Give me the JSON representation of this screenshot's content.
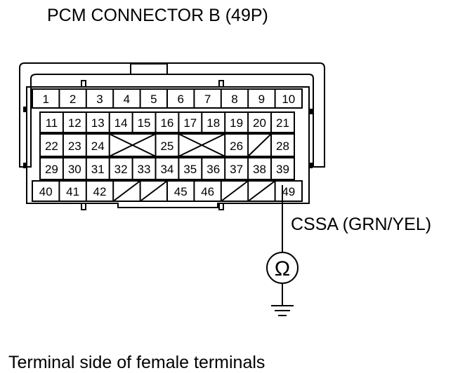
{
  "title": "PCM CONNECTOR B (49P)",
  "footer": "Terminal side of female terminals",
  "wire_label": "CSSA (GRN/YEL)",
  "meter_symbol": "Ω",
  "rows": [
    [
      "1",
      "2",
      "3",
      "4",
      "5",
      "6",
      "7",
      "8",
      "9",
      "10"
    ],
    [
      "11",
      "12",
      "13",
      "14",
      "15",
      "16",
      "17",
      "18",
      "19",
      "20",
      "21"
    ],
    [
      "22",
      "23",
      "24",
      "25",
      "26",
      "28"
    ],
    [
      "29",
      "30",
      "31",
      "32",
      "33",
      "34",
      "35",
      "36",
      "37",
      "38",
      "39"
    ],
    [
      "40",
      "41",
      "42",
      "45",
      "46",
      "49"
    ]
  ]
}
